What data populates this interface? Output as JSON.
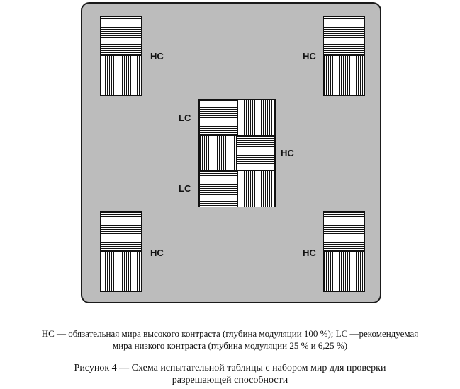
{
  "labels": {
    "hc": "HC",
    "lc": "LC"
  },
  "caption": {
    "line1": "HC — обязательная мира высокого контраста (глубина модуляции 100 %); LC —рекомендуемая",
    "line2": "мира низкого контраста (глубина модуляции 25 % и 6,25 %)"
  },
  "figure_title": {
    "line1": "Рисунок 4 — Схема испытательной таблицы с набором мир для проверки",
    "line2": "разрешающей способности"
  }
}
